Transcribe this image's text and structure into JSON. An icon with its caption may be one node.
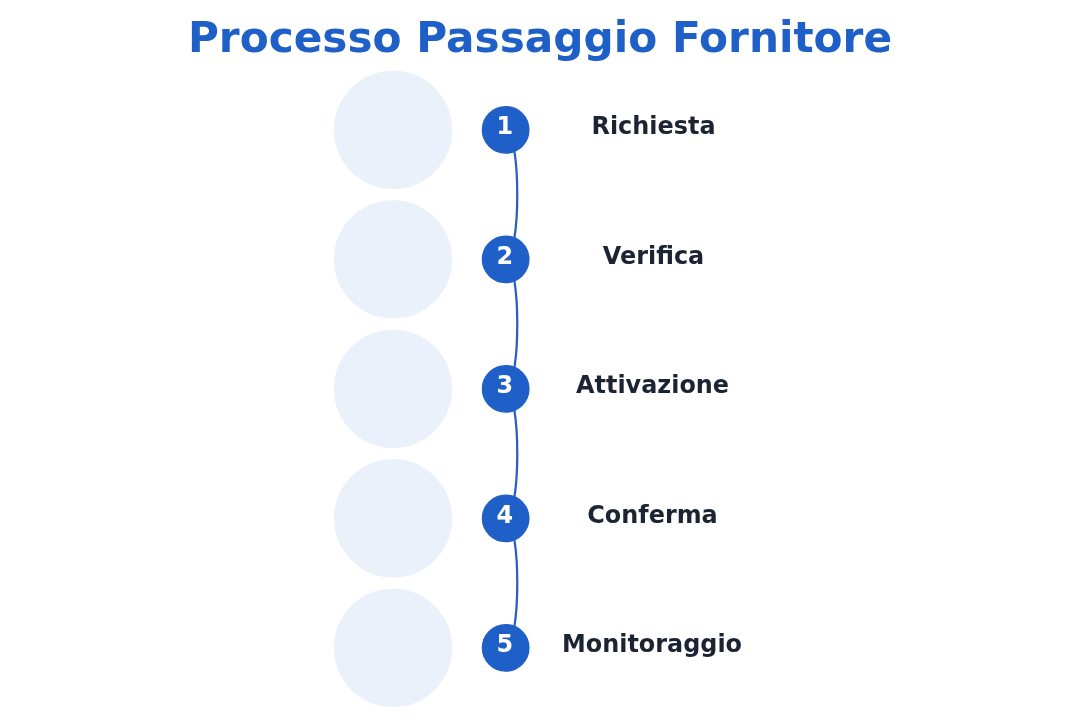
{
  "diagram": {
    "title": "Processo Passaggio Fornitore",
    "nodes": [
      {
        "text": [],
        "shape": "circle"
      },
      {
        "text": [
          "1"
        ],
        "beside": [
          "Richiesta"
        ]
      },
      {
        "text": [],
        "shape": "circle"
      },
      {
        "text": [
          "2"
        ],
        "beside": [
          "Verifica"
        ]
      },
      {
        "text": [],
        "shape": "circle"
      },
      {
        "text": [
          "3"
        ],
        "beside": [
          "Attivazione"
        ]
      },
      {
        "text": [],
        "shape": "circle"
      },
      {
        "text": [
          "4"
        ],
        "beside": [
          "Conferma"
        ]
      },
      {
        "text": [],
        "shape": "circle"
      },
      {
        "text": [
          "5"
        ],
        "beside": [
          "Monitoraggio"
        ]
      }
    ],
    "edges": [
      {
        "from": 1,
        "to": 3,
        "arrow": "none"
      },
      {
        "from": 3,
        "to": 5,
        "arrow": "none"
      },
      {
        "from": 5,
        "to": 7,
        "arrow": "none"
      },
      {
        "from": 7,
        "to": 9,
        "arrow": "none"
      }
    ]
  }
}
